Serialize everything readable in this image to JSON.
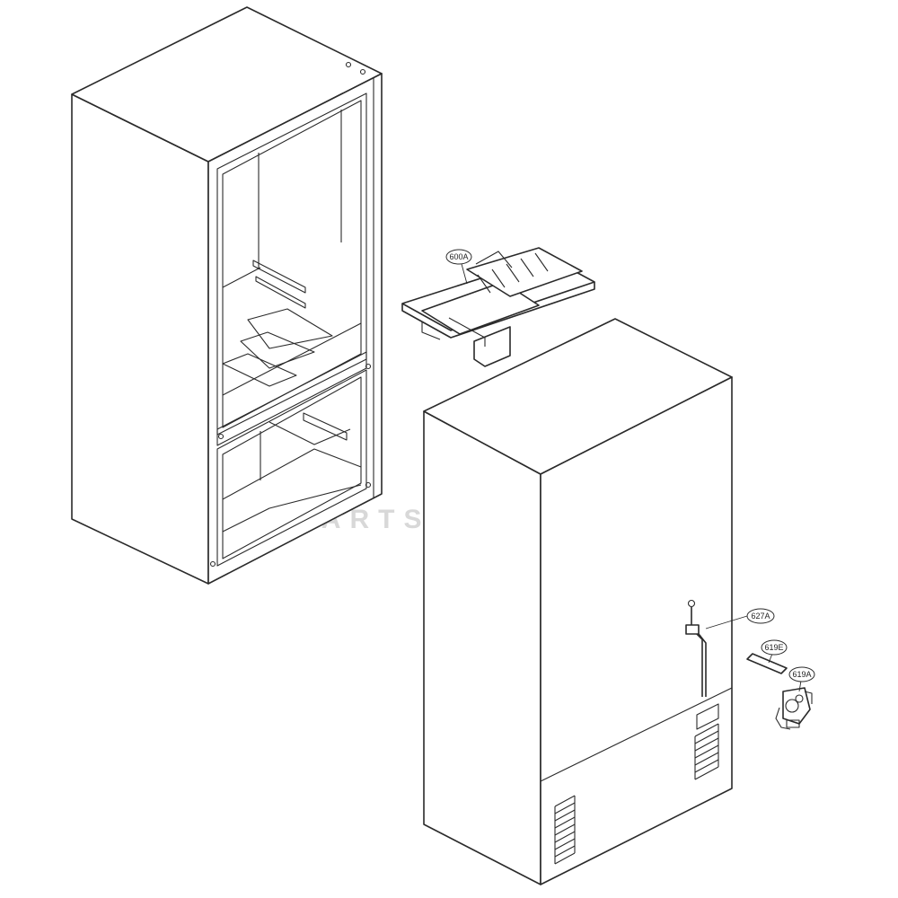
{
  "callouts": {
    "c600A": "600A",
    "c627A": "627A",
    "c619E": "619E",
    "c619A": "619A"
  },
  "watermark": {
    "text": "PARTSVENTURE"
  },
  "colors": {
    "line": "#2a2a2a",
    "background": "#ffffff",
    "watermark": "#d8d8d8"
  }
}
